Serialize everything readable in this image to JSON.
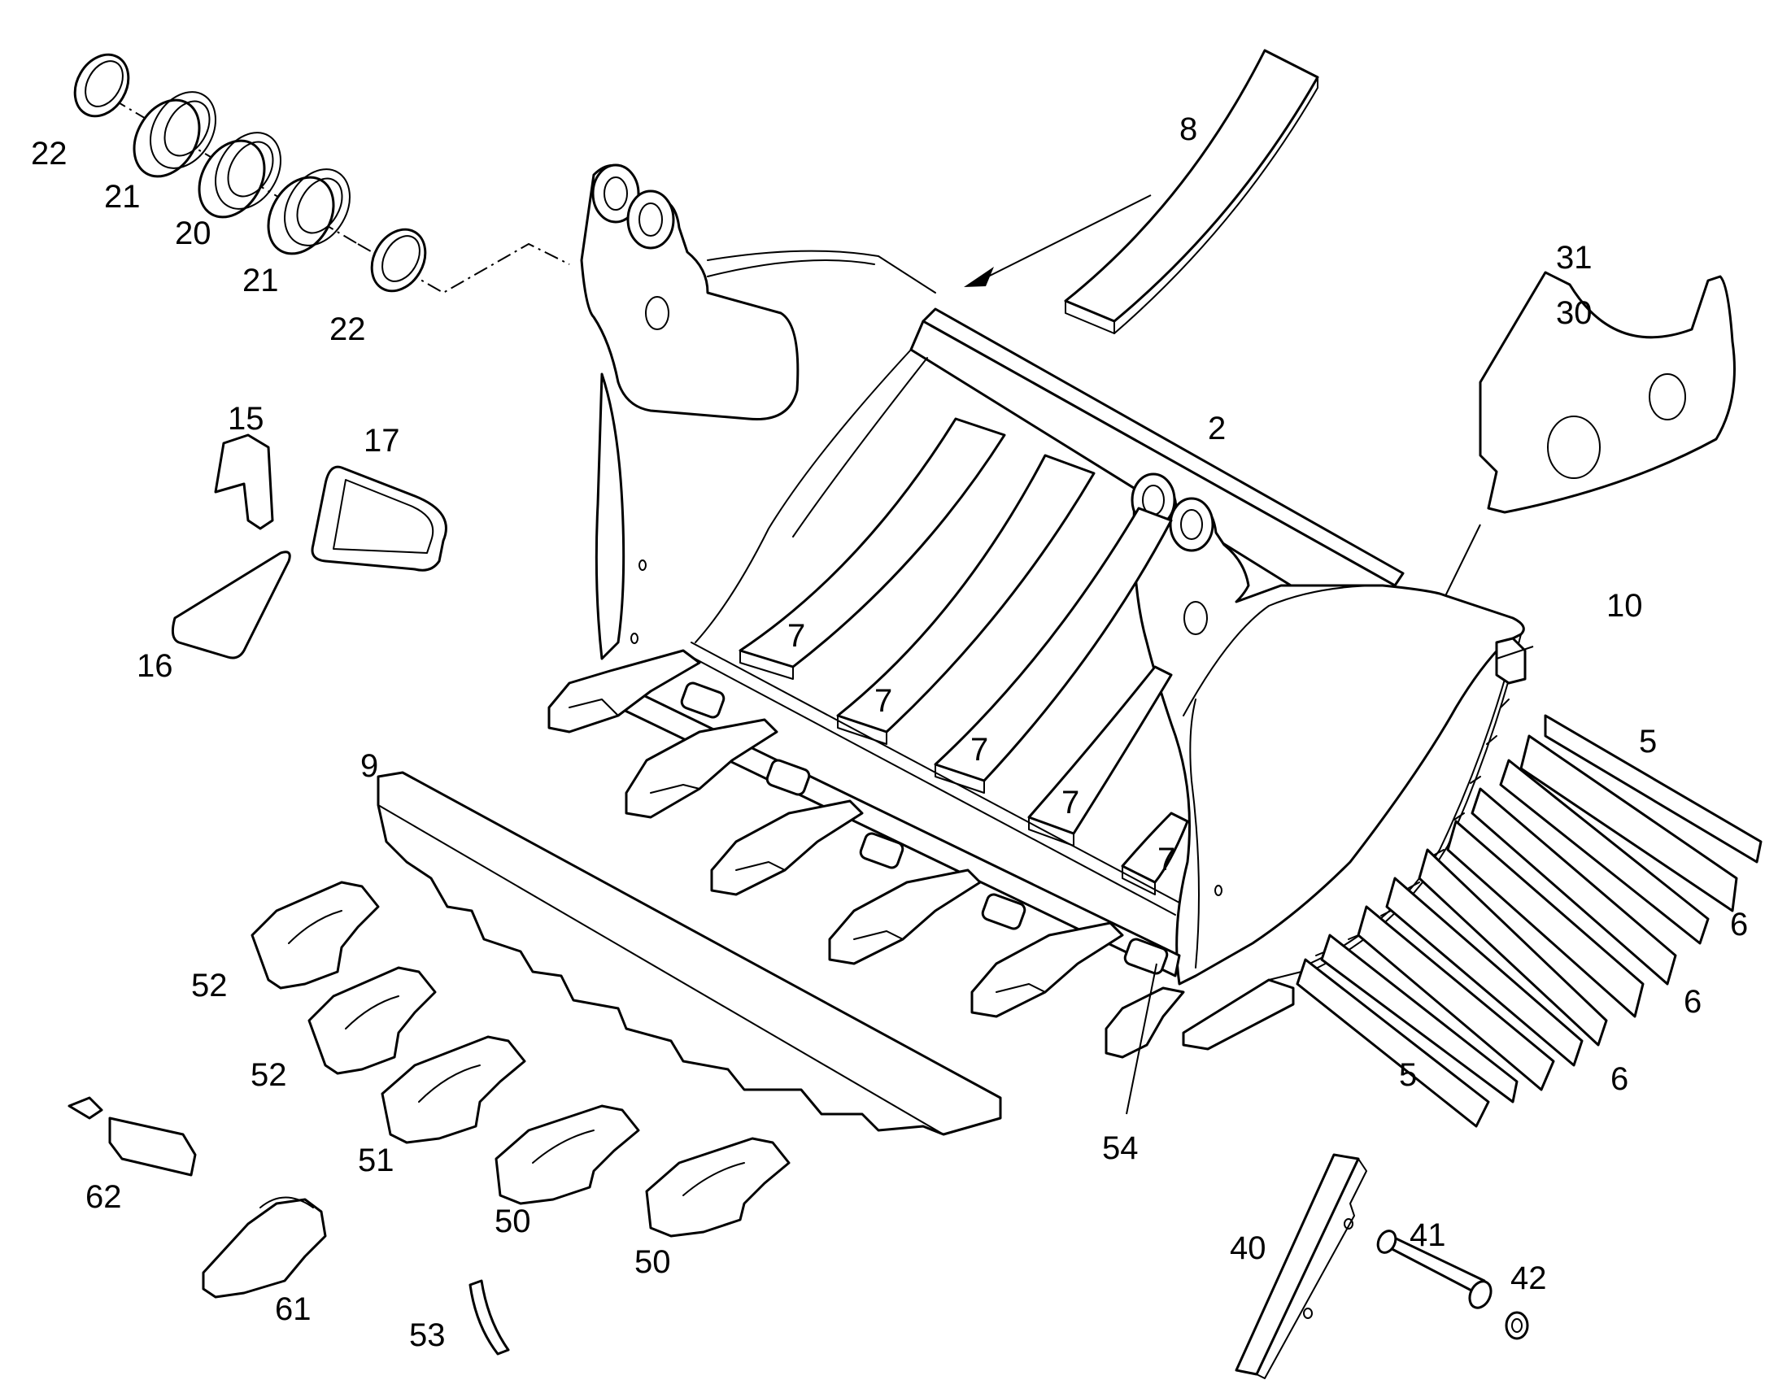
{
  "diagram": {
    "line_color": "#000000",
    "background": "#ffffff",
    "labels": [
      {
        "id": "bucket",
        "text": "2"
      },
      {
        "id": "strip-5a",
        "text": "5"
      },
      {
        "id": "strip-6a",
        "text": "6"
      },
      {
        "id": "strip-6b",
        "text": "6"
      },
      {
        "id": "strip-6c",
        "text": "6"
      },
      {
        "id": "strip-5b",
        "text": "5"
      },
      {
        "id": "wear-plate-7a",
        "text": "7"
      },
      {
        "id": "wear-plate-7b",
        "text": "7"
      },
      {
        "id": "wear-plate-7c",
        "text": "7"
      },
      {
        "id": "wear-plate-7d",
        "text": "7"
      },
      {
        "id": "wear-plate-7e",
        "text": "7"
      },
      {
        "id": "top-plate-8",
        "text": "8"
      },
      {
        "id": "cutting-edge-9",
        "text": "9"
      },
      {
        "id": "block-10",
        "text": "10"
      },
      {
        "id": "gusset-15",
        "text": "15"
      },
      {
        "id": "gusset-16",
        "text": "16"
      },
      {
        "id": "gusset-17",
        "text": "17"
      },
      {
        "id": "bushing-20",
        "text": "20"
      },
      {
        "id": "bushing-21a",
        "text": "21"
      },
      {
        "id": "bushing-21b",
        "text": "21"
      },
      {
        "id": "ring-22a",
        "text": "22"
      },
      {
        "id": "ring-22b",
        "text": "22"
      },
      {
        "id": "side-plate-30",
        "text": "30"
      },
      {
        "id": "side-plate-31",
        "text": "31"
      },
      {
        "id": "side-cutter-40",
        "text": "40"
      },
      {
        "id": "pin-41",
        "text": "41"
      },
      {
        "id": "washer-42",
        "text": "42"
      },
      {
        "id": "adapter-50a",
        "text": "50"
      },
      {
        "id": "adapter-50b",
        "text": "50"
      },
      {
        "id": "adapter-51",
        "text": "51"
      },
      {
        "id": "adapter-52a",
        "text": "52"
      },
      {
        "id": "adapter-52b",
        "text": "52"
      },
      {
        "id": "shim-53",
        "text": "53"
      },
      {
        "id": "retainer-54",
        "text": "54"
      },
      {
        "id": "tooth-61",
        "text": "61"
      },
      {
        "id": "lock-62",
        "text": "62"
      }
    ]
  }
}
